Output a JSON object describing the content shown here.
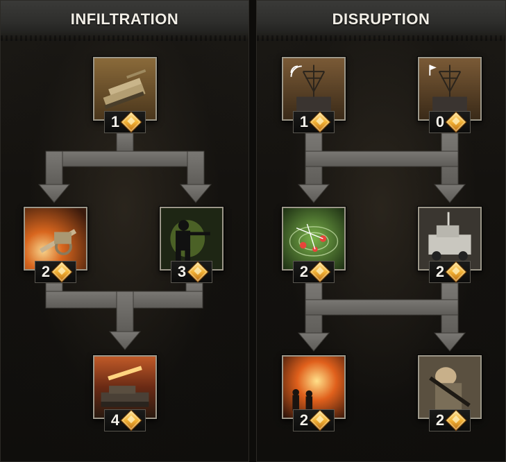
{
  "trees": [
    {
      "title": "INFILTRATION",
      "nodes": [
        {
          "name": "tank-unit",
          "cost": "1"
        },
        {
          "name": "artillery-gun",
          "cost": "2"
        },
        {
          "name": "infantry-squad",
          "cost": "3"
        },
        {
          "name": "rocket-tank",
          "cost": "4"
        }
      ]
    },
    {
      "title": "DISRUPTION",
      "nodes": [
        {
          "name": "radio-jammer",
          "cost": "1"
        },
        {
          "name": "flag-tower",
          "cost": "0"
        },
        {
          "name": "radar-map",
          "cost": "2"
        },
        {
          "name": "armored-vehicle",
          "cost": "2"
        },
        {
          "name": "fire-barrage",
          "cost": "2"
        },
        {
          "name": "soldier-rifle",
          "cost": "2"
        }
      ]
    }
  ],
  "colors": {
    "connector": "#6e6c68",
    "node_border": "#9c9789",
    "cost_icon": "#f2b236",
    "title_text": "#f1eee6"
  },
  "icons": {
    "cost": "diamond-icon"
  }
}
